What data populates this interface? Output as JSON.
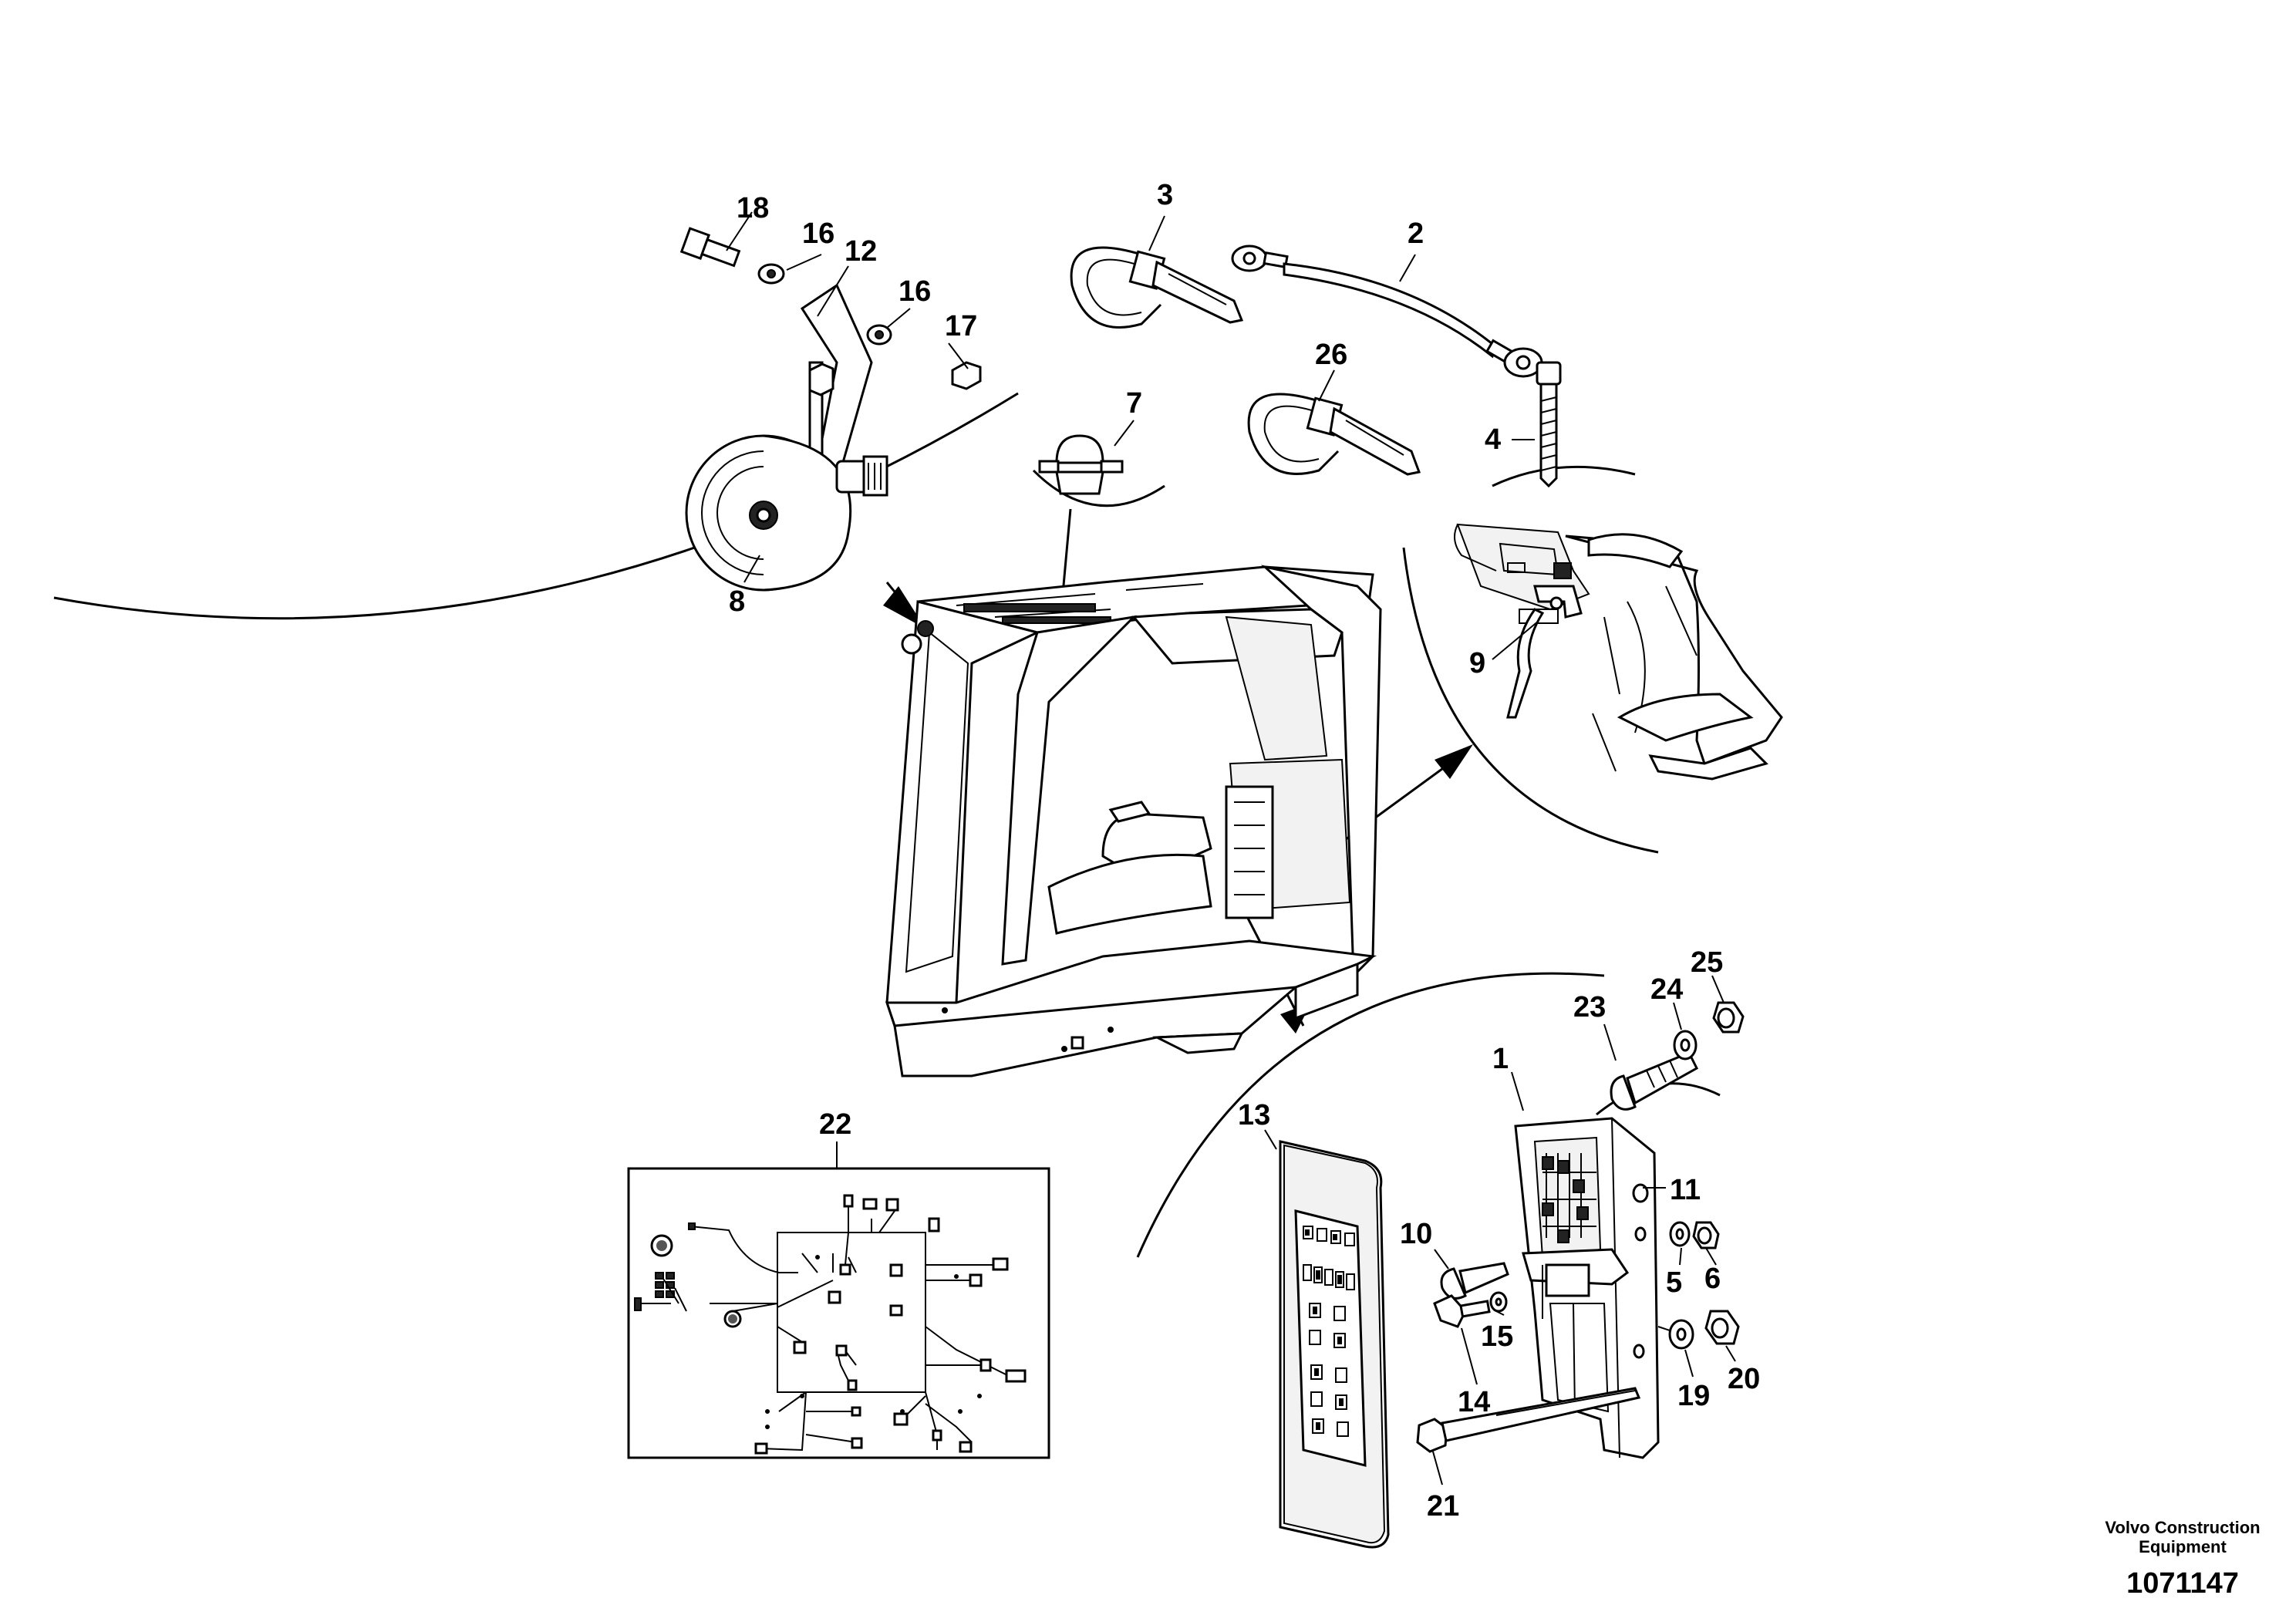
{
  "labels": {
    "l1": "1",
    "l2": "2",
    "l3": "3",
    "l4": "4",
    "l5": "5",
    "l6": "6",
    "l7": "7",
    "l8": "8",
    "l9": "9",
    "l10": "10",
    "l11": "11",
    "l12": "12",
    "l13": "13",
    "l14": "14",
    "l15": "15",
    "l16a": "16",
    "l16b": "16",
    "l17": "17",
    "l18": "18",
    "l19": "19",
    "l20": "20",
    "l21": "21",
    "l22": "22",
    "l23": "23",
    "l24": "24",
    "l25": "25",
    "l26": "26"
  },
  "footer": {
    "company_line1": "Volvo Construction",
    "company_line2": "Equipment",
    "drawing_number": "1071147"
  }
}
